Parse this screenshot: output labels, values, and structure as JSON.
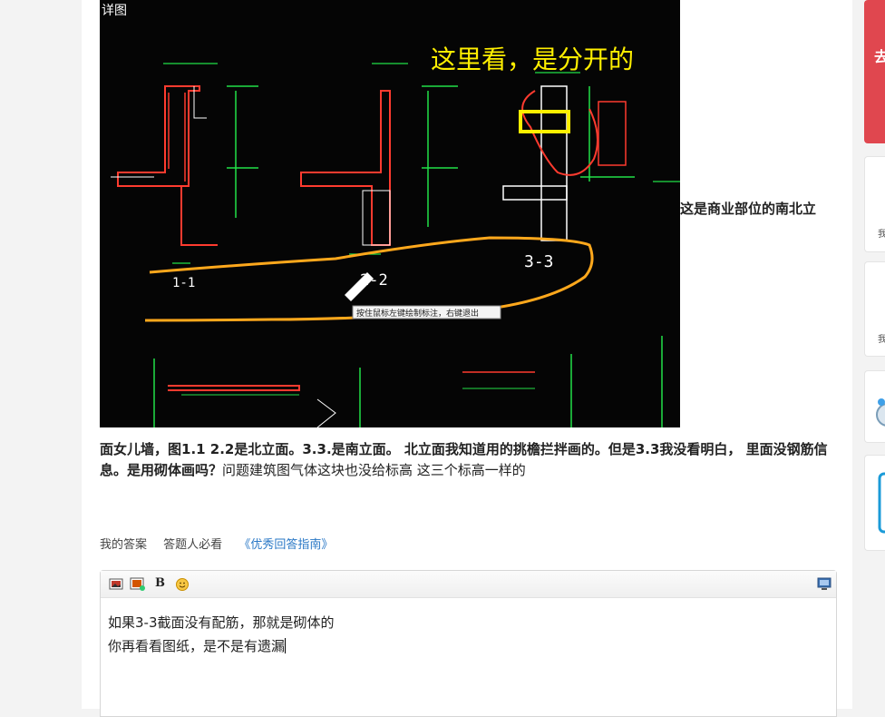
{
  "image": {
    "cad_title_corner": "详图",
    "annotation_text": "这里看，是分开的",
    "section_labels": [
      "1-1",
      "2-2",
      "3-3"
    ],
    "tooltip": "按住鼠标左键绘制标注，右键退出"
  },
  "question": {
    "inline_text": "这是商业部位的南北立",
    "block_bold": "面女儿墙，图1.1 2.2是北立面。3.3.是南立面。 北立面我知道用的挑檐拦拌画的。但是3.3我没看明白， 里面没钢筋信息。是用砌体画吗？",
    "block_normal": "问题建筑图气体这块也没给标高 这三个标高一样的"
  },
  "answer_nav": {
    "my_answer": "我的答案",
    "must_read": "答题人必看",
    "guide_link": "《优秀回答指南》"
  },
  "editor": {
    "bold_label": "B",
    "line1": "如果3-3截面没有配筋，那就是砌体的",
    "line2": "你再看看图纸，是不是有遗漏"
  },
  "sidebar": {
    "card1_text": "去",
    "card2_text": "我",
    "card3_text": "我"
  },
  "colors": {
    "cad_background": "#050505",
    "annotation_yellow": "#ffef00",
    "cad_red": "#ff3b2f",
    "cad_green": "#22e048",
    "cad_orange": "#ffa81c",
    "link_blue": "#2a78c6",
    "sidebar_red": "#e0474f"
  }
}
